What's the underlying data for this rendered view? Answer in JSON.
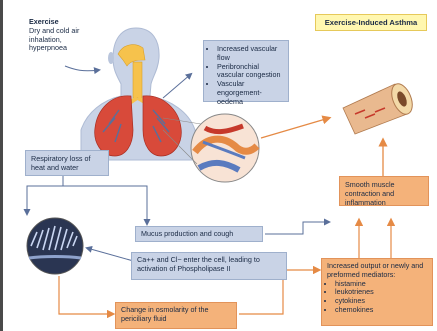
{
  "title": "Exercise-Induced Asthma",
  "exercise": {
    "heading": "Exercise",
    "text": "Dry and cold air inhalation, hyperpnoea"
  },
  "vascular_effects": [
    "Increased vascular flow",
    "Peribronchial vascular congestion",
    "Vascular engorgement-oedema"
  ],
  "respiratory_loss": "Respiratory loss of heat and water",
  "mucus": "Mucus production and cough",
  "calcium": "Ca++ and Cl− enter the cell, leading to activation of Phospholipase II",
  "osmolarity": "Change in osmolarity of the periciliary fluid",
  "smooth_muscle": "Smooth muscle contraction and inflammation",
  "mediators": {
    "heading": "Increased output or newly and preformed mediators:",
    "items": [
      "histamine",
      "leukotrienes",
      "cytokines",
      "chemokines"
    ]
  },
  "colors": {
    "blue_box": "#c9d3e6",
    "orange_box": "#f4b27a",
    "yellow_box": "#fff7b0",
    "orange_arrow": "#e58a45",
    "blue_arrow": "#5a6f9a"
  }
}
